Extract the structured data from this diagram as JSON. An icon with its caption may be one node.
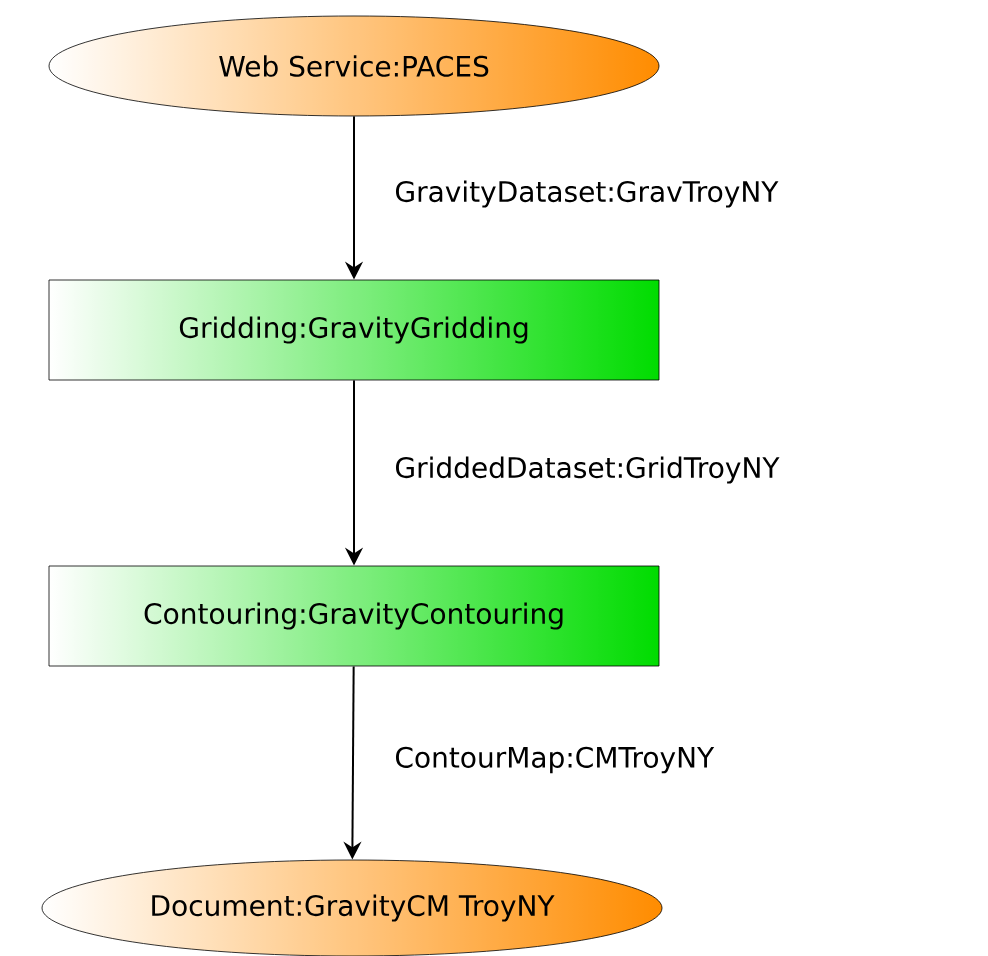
{
  "diagram": {
    "nodes": [
      {
        "text": [
          "Web Service:PACES"
        ]
      },
      {
        "text": [
          "Gridding:GravityGridding"
        ]
      },
      {
        "text": [
          "Contouring:GravityContouring"
        ]
      },
      {
        "text": [
          "Document:GravityCM TroyNY"
        ]
      }
    ],
    "edges": [
      {
        "from": 0,
        "to": 1,
        "arrow": "to",
        "label": "GravityDataset:GravTroyNY"
      },
      {
        "from": 1,
        "to": 2,
        "arrow": "to",
        "label": "GriddedDataset:GridTroyNY"
      },
      {
        "from": 2,
        "to": 3,
        "arrow": "to",
        "label": "ContourMap:CMTroyNY"
      }
    ]
  }
}
